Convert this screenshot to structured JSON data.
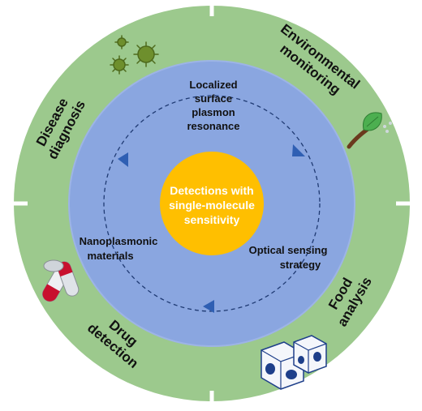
{
  "colors": {
    "outer_ring": "#9cc98d",
    "divider": "#ffffff",
    "inner_circle": "#8aa6e0",
    "core": "#ffbf00",
    "arrow": "#2f5fb3",
    "dashes": "#1f3a73"
  },
  "center": {
    "line1": "Detections with",
    "line2": "single-molecule",
    "line3": "sensitivity"
  },
  "inner": {
    "lspr": {
      "line1": "Localized",
      "line2": "surface",
      "line3": "plasmon",
      "line4": "resonance"
    },
    "optical": {
      "line1": "Optical sensing",
      "line2": "strategy"
    },
    "materials": {
      "line1": "Nanoplasmonic",
      "line2": "materials"
    }
  },
  "outer": {
    "disease": {
      "line1": "Disease",
      "line2": "diagnosis",
      "icon": "virus-icon"
    },
    "environment": {
      "line1": "Environmental",
      "line2": "monitoring",
      "icon": "plant-leaf-icon"
    },
    "food": {
      "line1": "Food",
      "line2": "analysis",
      "icon": "milk-carton-icon"
    },
    "drug": {
      "line1": "Drug",
      "line2": "detection",
      "icon": "pill-capsule-icon"
    }
  }
}
